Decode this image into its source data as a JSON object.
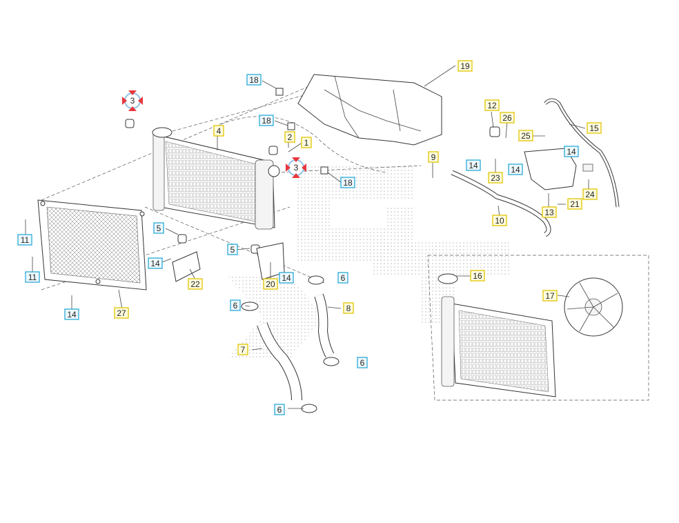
{
  "colors": {
    "yellow_callout_border": "#e0c400",
    "yellow_callout_fill": "#fffde0",
    "cyan_callout_border": "#2aa9d6",
    "cyan_callout_fill": "#eef9fd",
    "hotspot_red": "#e8383d",
    "hotspot_ring": "#8fc3e6",
    "watermark_gray": "#cfcfcf"
  },
  "hotspots": [
    {
      "label": "3"
    },
    {
      "label": "3"
    }
  ],
  "callouts_yellow": [
    {
      "label": "19"
    },
    {
      "label": "4"
    },
    {
      "label": "1"
    },
    {
      "label": "2"
    },
    {
      "label": "9"
    },
    {
      "label": "12"
    },
    {
      "label": "26"
    },
    {
      "label": "15"
    },
    {
      "label": "25"
    },
    {
      "label": "23"
    },
    {
      "label": "24"
    },
    {
      "label": "21"
    },
    {
      "label": "13"
    },
    {
      "label": "10"
    },
    {
      "label": "22"
    },
    {
      "label": "20"
    },
    {
      "label": "8"
    },
    {
      "label": "16"
    },
    {
      "label": "17"
    },
    {
      "label": "27"
    },
    {
      "label": "7"
    }
  ],
  "callouts_cyan": [
    {
      "label": "18"
    },
    {
      "label": "18"
    },
    {
      "label": "18"
    },
    {
      "label": "14"
    },
    {
      "label": "14"
    },
    {
      "label": "14"
    },
    {
      "label": "14"
    },
    {
      "label": "14"
    },
    {
      "label": "14"
    },
    {
      "label": "11"
    },
    {
      "label": "11"
    },
    {
      "label": "5"
    },
    {
      "label": "5"
    },
    {
      "label": "6"
    },
    {
      "label": "6"
    },
    {
      "label": "6"
    },
    {
      "label": "6"
    }
  ]
}
